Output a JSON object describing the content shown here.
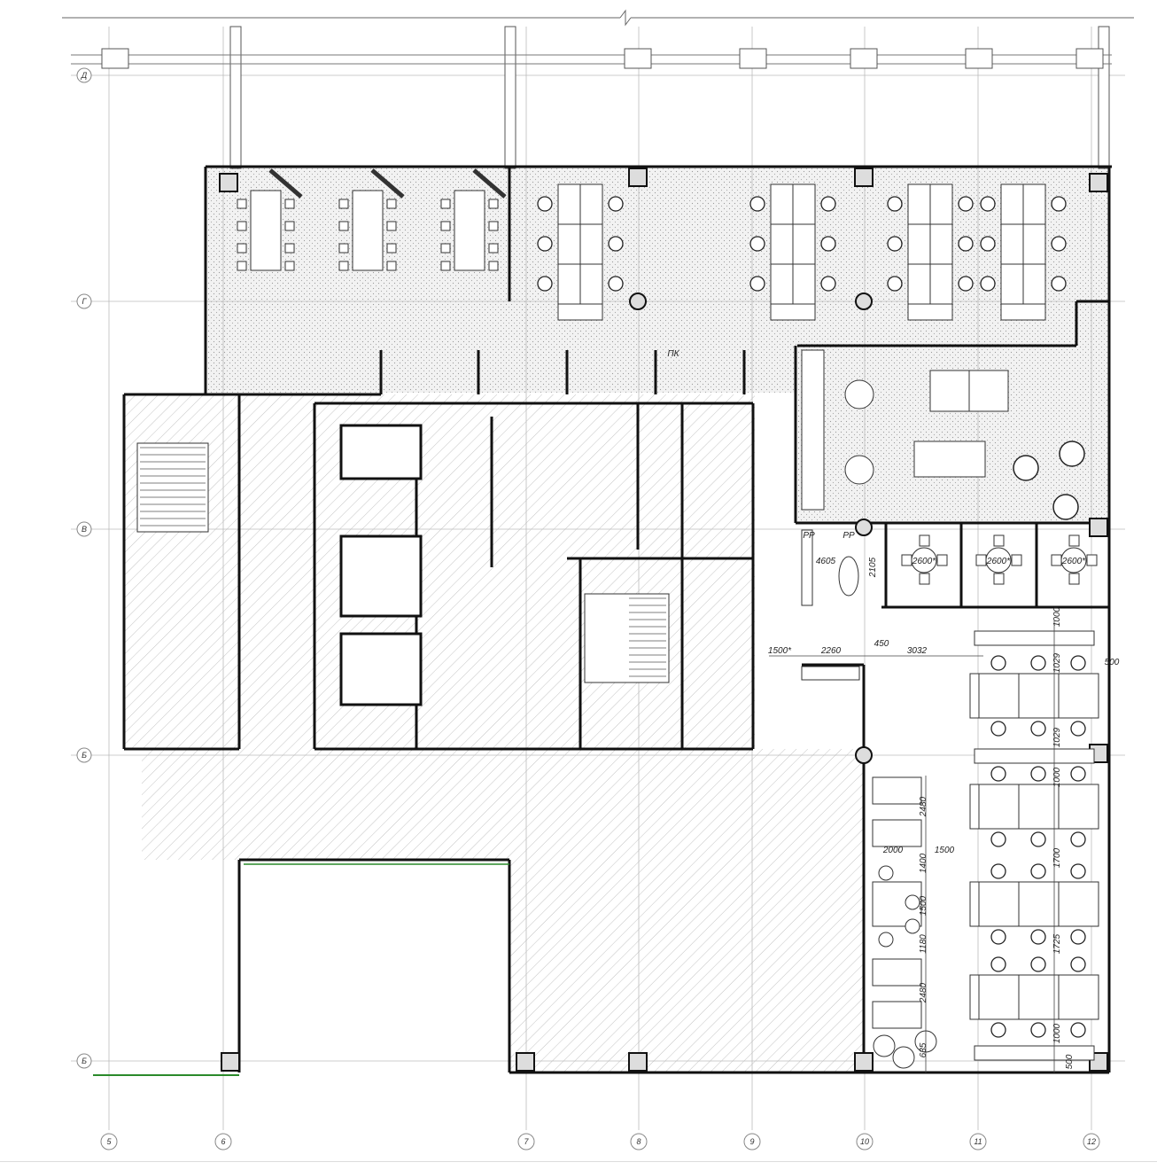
{
  "title": "Floor plan",
  "grid_rows": [
    "Д",
    "Г",
    "В",
    "Б",
    "Б"
  ],
  "grid_cols": [
    "5",
    "6",
    "7",
    "8",
    "9",
    "10",
    "11",
    "12"
  ],
  "room_tags": {
    "pk": "ПК",
    "pp1": "PP",
    "pp2": "PP"
  },
  "meeting_rooms": [
    "2600*",
    "2600*",
    "2600*"
  ],
  "dimensions": {
    "d4605": "4605",
    "d2105": "2105",
    "d1000a": "1000",
    "d1500s": "1500*",
    "d2260": "2260",
    "d450": "450",
    "d3032": "3032",
    "d1029a": "1029",
    "d500a": "500",
    "d1029b": "1029",
    "d1000b": "1000",
    "d2480a": "2480",
    "d2000": "2000",
    "d1500": "1500",
    "d1400": "1400",
    "d1700": "1700",
    "d1500b": "1500",
    "d1180": "1180",
    "d1725": "1725",
    "d2480b": "2480",
    "d1000c": "1000",
    "d635": "635",
    "d500b": "500"
  },
  "colors": {
    "wall": "#111111",
    "grid": "#bbbbbb",
    "stipple": "#e6e6e6",
    "hatch": "#c8c8c8",
    "window_green": "#2a8a2a"
  }
}
